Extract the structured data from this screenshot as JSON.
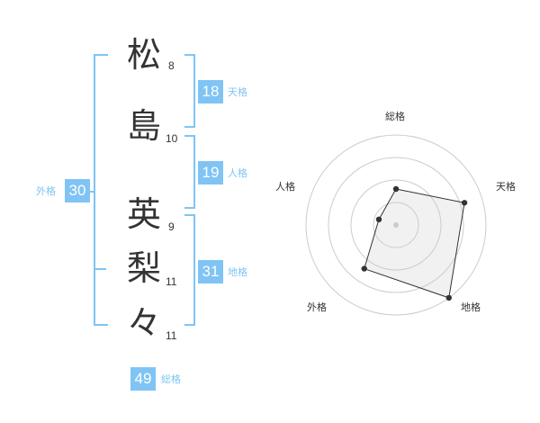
{
  "name": {
    "chars": [
      {
        "char": "松",
        "strokes": "8"
      },
      {
        "char": "島",
        "strokes": "10"
      },
      {
        "char": "英",
        "strokes": "9"
      },
      {
        "char": "梨",
        "strokes": "11"
      },
      {
        "char": "々",
        "strokes": "11"
      }
    ]
  },
  "fortunes": {
    "tenkaku": {
      "value": "18",
      "label": "天格"
    },
    "jinkaku": {
      "value": "19",
      "label": "人格"
    },
    "chikaku": {
      "value": "31",
      "label": "地格"
    },
    "gaikaku": {
      "value": "30",
      "label": "外格"
    },
    "soukaku": {
      "value": "49",
      "label": "総格"
    }
  },
  "colors": {
    "accent": "#7fc4f4",
    "text": "#333333",
    "grid": "#cccccc"
  },
  "chart_data": {
    "type": "radar",
    "axes": [
      "総格",
      "天格",
      "地格",
      "外格",
      "人格"
    ],
    "values": [
      2,
      4,
      5,
      3,
      1
    ],
    "max": 5,
    "rings": 4
  }
}
